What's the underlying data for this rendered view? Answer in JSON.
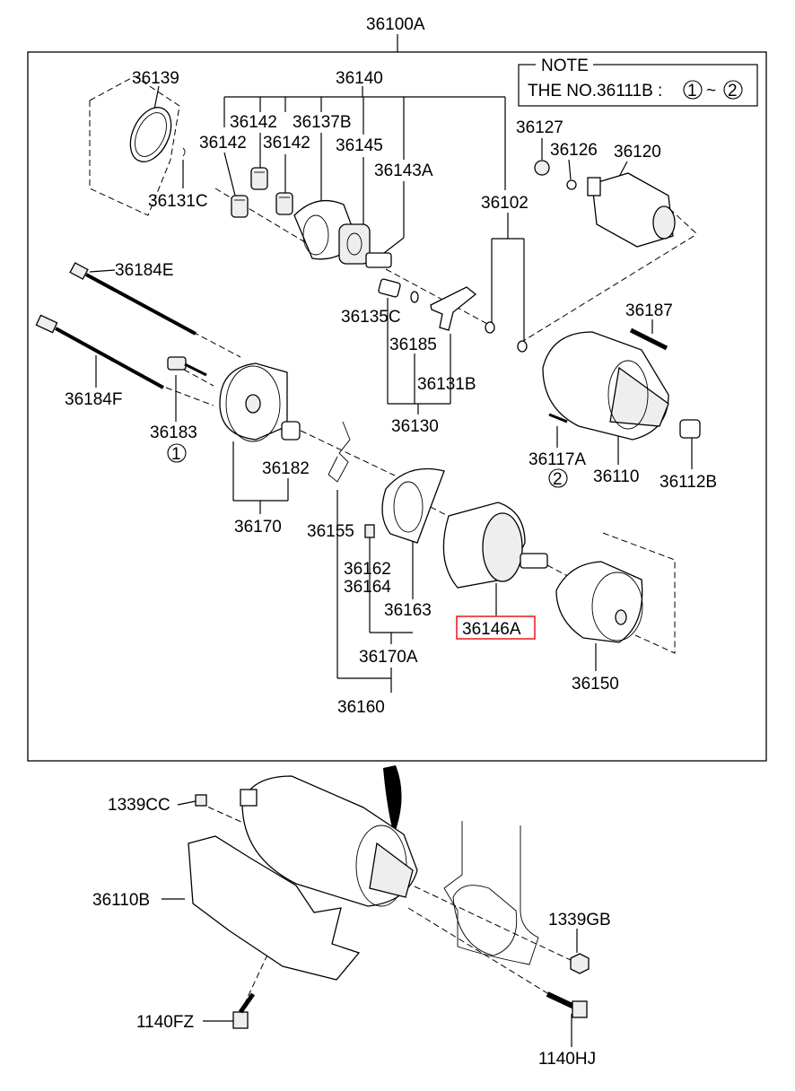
{
  "assembly_label": "36100A",
  "note": {
    "title": "NOTE",
    "text": "THE NO.36111B :",
    "range_from": "1",
    "range_sep": "~",
    "range_to": "2"
  },
  "callouts": {
    "p36139": "36139",
    "p36140": "36140",
    "p36142a": "36142",
    "p36137B": "36137B",
    "p36142b": "36142",
    "p36142c": "36142",
    "p36145": "36145",
    "p36143A": "36143A",
    "p36131C": "36131C",
    "p36127": "36127",
    "p36126": "36126",
    "p36120": "36120",
    "p36102": "36102",
    "p36184E": "36184E",
    "p36187": "36187",
    "p36135C": "36135C",
    "p36185": "36185",
    "p36131B": "36131B",
    "p36184F": "36184F",
    "p36130": "36130",
    "p36183": "36183",
    "p36183_ref": "1",
    "p36182": "36182",
    "p36117A": "36117A",
    "p36117A_ref": "2",
    "p36110": "36110",
    "p36112B": "36112B",
    "p36170": "36170",
    "p36155": "36155",
    "p36162": "36162",
    "p36164": "36164",
    "p36163": "36163",
    "p36146A": "36146A",
    "p36170A": "36170A",
    "p36150": "36150",
    "p36160": "36160",
    "p1339CC": "1339CC",
    "p36110B": "36110B",
    "p1339GB": "1339GB",
    "p1140FZ": "1140FZ",
    "p1140HJ": "1140HJ"
  },
  "colors": {
    "highlight": "#e8262a",
    "line": "#000000",
    "background": "#ffffff"
  }
}
